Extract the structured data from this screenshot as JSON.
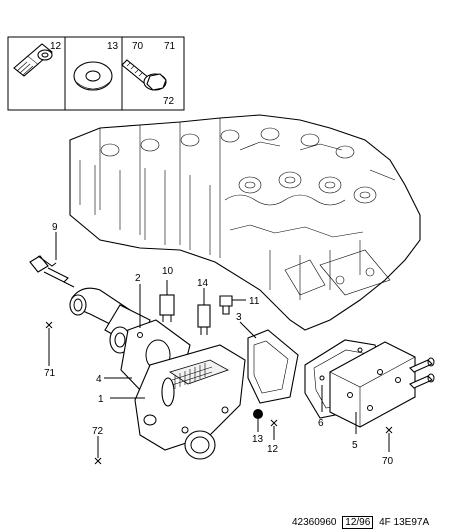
{
  "inset": {
    "cell1_label": "12",
    "cell2_label": "13",
    "cell3_label_a": "70",
    "cell3_label_b": "71",
    "cell3_label_c": "72"
  },
  "callouts": {
    "c9": "9",
    "c2": "2",
    "c10": "10",
    "c14": "14",
    "c11": "11",
    "c3": "3",
    "c71": "71",
    "c4": "4",
    "c1": "1",
    "c72": "72",
    "c13": "13",
    "c12": "12",
    "c6": "6",
    "c5": "5",
    "c70": "70"
  },
  "footer": {
    "code": "42360960",
    "date": "12/96",
    "ref": "4F 13E97A"
  }
}
